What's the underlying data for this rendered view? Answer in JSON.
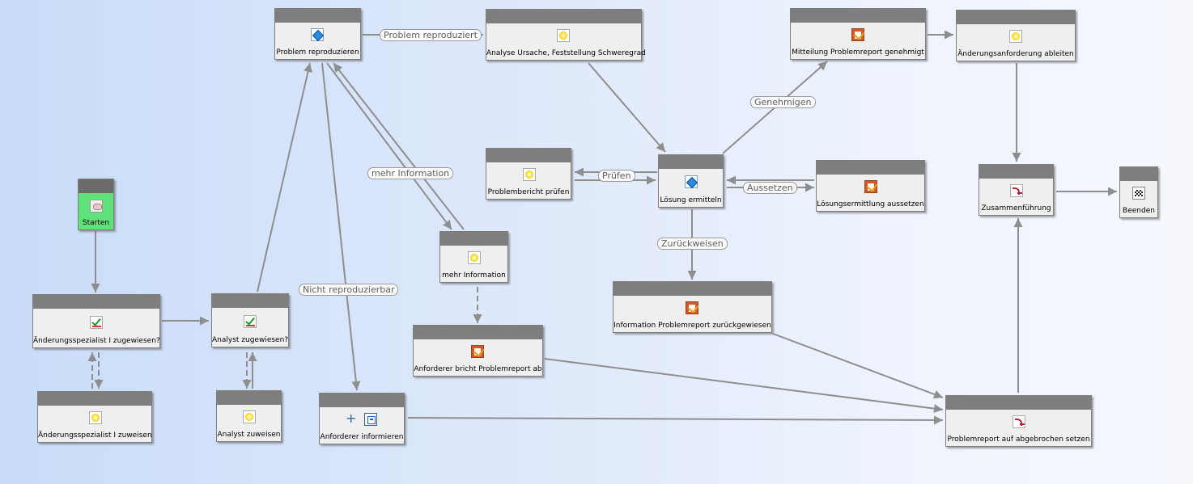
{
  "nodes": {
    "starten": "Starten",
    "spezialist_zugewiesen": "Änderungsspezialist I zugewiesen?",
    "spezialist_zuweisen": "Änderungsspezialist I zuweisen",
    "analyst_zugewiesen": "Analyst zugewiesen?",
    "analyst_zuweisen": "Analyst zuweisen",
    "problem_reproduzieren": "Problem reproduzieren",
    "anforderer_informieren": "Anforderer informieren",
    "analyse_ursache": "Analyse Ursache, Feststellung Schweregrad",
    "mehr_information": "mehr Information",
    "anforderer_bricht_ab": "Anforderer bricht Problemreport ab",
    "problembericht_pruefen": "Problembericht prüfen",
    "loesung_ermitteln": "Lösung ermitteln",
    "loesungsermittlung_aussetzen": "Lösungsermittlung aussetzen",
    "information_zurueckgewiesen": "Information Problemreport zurückgewiesen",
    "mitteilung_genehmigt": "Mitteilung Problemreport genehmigt",
    "aenderungsanforderung_ableiten": "Änderungsanforderung ableiten",
    "zusammenfuehrung": "Zusammenführung",
    "beenden": "Beenden",
    "problemreport_abgebrochen": "Problemreport auf abgebrochen setzen"
  },
  "edge_labels": {
    "problem_reproduziert": "Problem reproduziert",
    "mehr_information": "mehr Information",
    "nicht_reproduzierbar": "Nicht reproduzierbar",
    "pruefen": "Prüfen",
    "aussetzen": "Aussetzen",
    "genehmigen": "Genehmigen",
    "zurueckweisen": "Zurückweisen"
  },
  "icons": {
    "starten": "start-icon",
    "spezialist_zugewiesen": "check-icon",
    "spezialist_zuweisen": "star-icon",
    "analyst_zugewiesen": "check-icon",
    "analyst_zuweisen": "star-icon",
    "problem_reproduzieren": "diamond-icon",
    "anforderer_informieren": "inform-icon",
    "analyse_ursache": "star-icon",
    "mehr_information": "star-icon",
    "anforderer_bricht_ab": "clipboard-icon",
    "problembericht_pruefen": "star-icon",
    "loesung_ermitteln": "diamond-icon",
    "loesungsermittlung_aussetzen": "clipboard-icon",
    "information_zurueckgewiesen": "clipboard-icon",
    "mitteilung_genehmigt": "clipboard-icon",
    "aenderungsanforderung_ableiten": "star-icon",
    "zusammenfuehrung": "merge-icon",
    "beenden": "finish-flag-icon",
    "problemreport_abgebrochen": "merge-icon"
  },
  "colors": {
    "start_node": "#5fe27a",
    "node_header": "#7e7e7e",
    "node_body": "#efefef",
    "edge": "#8e8e8e"
  }
}
